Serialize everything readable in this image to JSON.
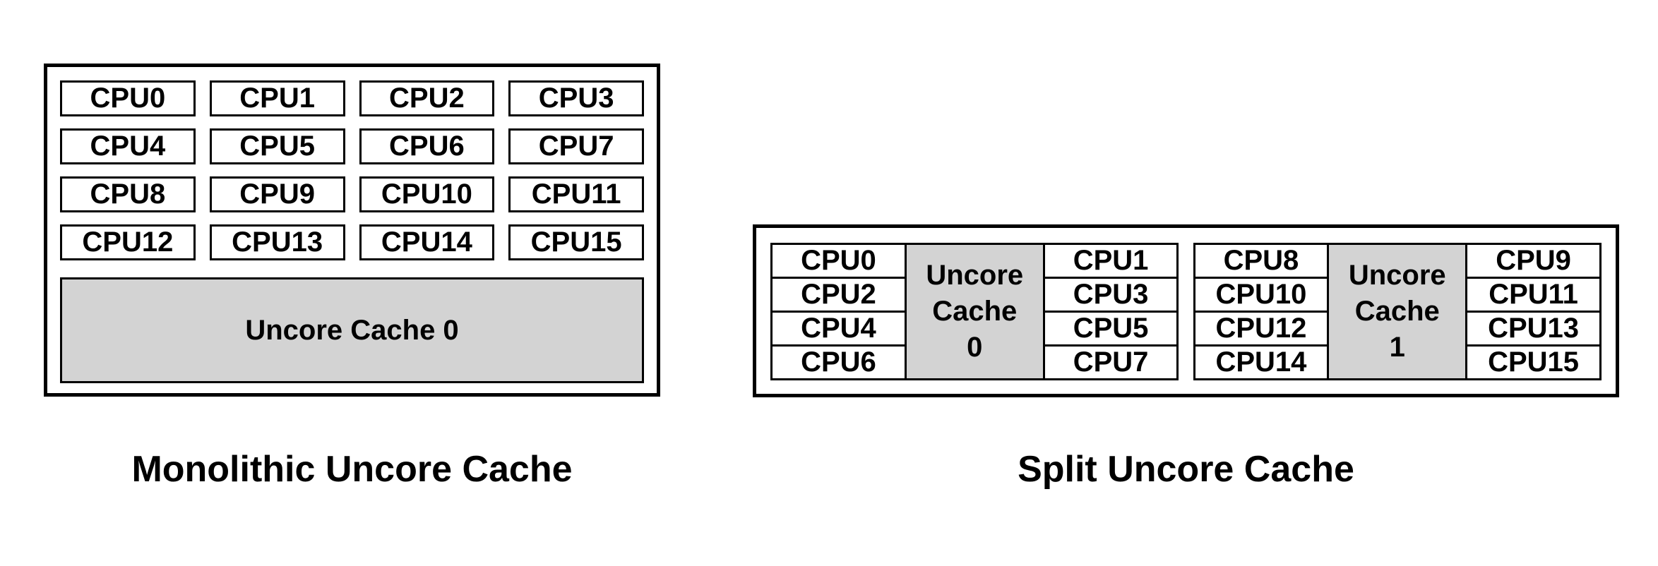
{
  "figure": {
    "background_color": "#ffffff",
    "border_color": "#000000",
    "text_color": "#000000",
    "cache_fill_color": "#d3d3d3"
  },
  "monolithic": {
    "caption": "Monolithic Uncore Cache",
    "cpus": [
      "CPU0",
      "CPU1",
      "CPU2",
      "CPU3",
      "CPU4",
      "CPU5",
      "CPU6",
      "CPU7",
      "CPU8",
      "CPU9",
      "CPU10",
      "CPU11",
      "CPU12",
      "CPU13",
      "CPU14",
      "CPU15"
    ],
    "cache_label": "Uncore Cache 0"
  },
  "split": {
    "caption": "Split Uncore Cache",
    "groups": [
      {
        "left_cpus": [
          "CPU0",
          "CPU2",
          "CPU4",
          "CPU6"
        ],
        "cache_lines": [
          "Uncore",
          "Cache",
          "0"
        ],
        "right_cpus": [
          "CPU1",
          "CPU3",
          "CPU5",
          "CPU7"
        ]
      },
      {
        "left_cpus": [
          "CPU8",
          "CPU10",
          "CPU12",
          "CPU14"
        ],
        "cache_lines": [
          "Uncore",
          "Cache",
          "1"
        ],
        "right_cpus": [
          "CPU9",
          "CPU11",
          "CPU13",
          "CPU15"
        ]
      }
    ]
  }
}
